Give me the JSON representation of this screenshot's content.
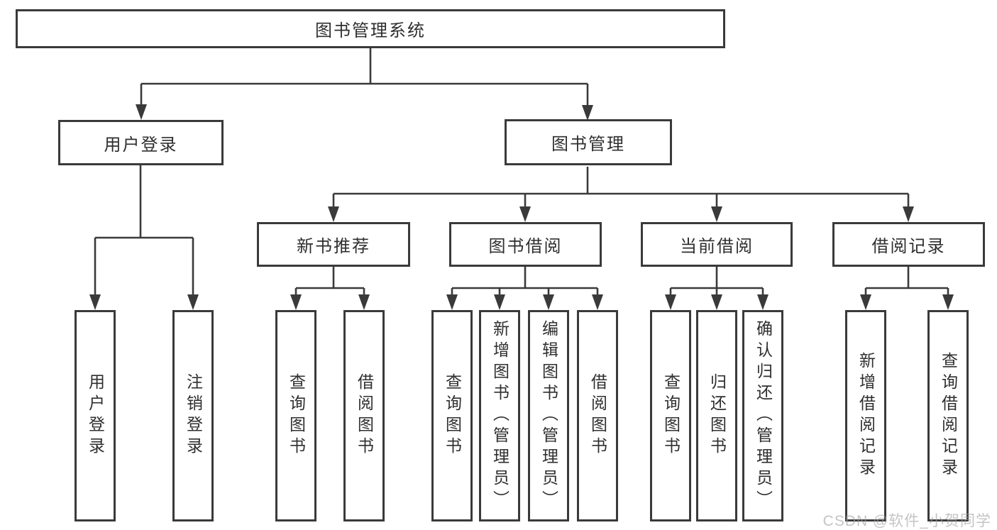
{
  "tree": {
    "label": "图书管理系统",
    "children": [
      {
        "label": "用户登录",
        "children": [
          {
            "label": "用户登录"
          },
          {
            "label": "注销登录"
          }
        ]
      },
      {
        "label": "图书管理",
        "children": [
          {
            "label": "新书推荐",
            "children": [
              {
                "label": "查询图书"
              },
              {
                "label": "借阅图书"
              }
            ]
          },
          {
            "label": "图书借阅",
            "children": [
              {
                "label": "查询图书"
              },
              {
                "label": "新增图书（管理员）"
              },
              {
                "label": "编辑图书（管理员）"
              },
              {
                "label": "借阅图书"
              }
            ]
          },
          {
            "label": "当前借阅",
            "children": [
              {
                "label": "查询图书"
              },
              {
                "label": "归还图书"
              },
              {
                "label": "确认归还（管理员）"
              }
            ]
          },
          {
            "label": "借阅记录",
            "children": [
              {
                "label": "新增借阅记录"
              },
              {
                "label": "查询借阅记录"
              }
            ]
          }
        ]
      }
    ]
  },
  "watermark": {
    "text": "CSDN @软件_小贺同学"
  },
  "colors": {
    "line": "#3a3a3a",
    "text": "#2f2f2f",
    "background": "#ffffff",
    "watermark": "#9e9e9e"
  }
}
